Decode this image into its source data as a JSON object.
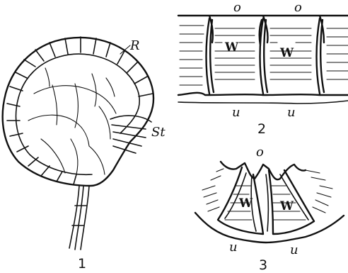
{
  "fig1": {
    "number": "1",
    "label_annulus": "R",
    "label_stomium": "St"
  },
  "fig2": {
    "number": "2",
    "label_top_left": "o",
    "label_top_right": "o",
    "label_cell_left": "W",
    "label_cell_right": "W",
    "label_bottom_left": "u",
    "label_bottom_right": "u"
  },
  "fig3": {
    "number": "3",
    "label_top": "o",
    "label_cell_left": "W",
    "label_cell_right": "W",
    "label_bottom_left": "u",
    "label_bottom_right": "u"
  }
}
